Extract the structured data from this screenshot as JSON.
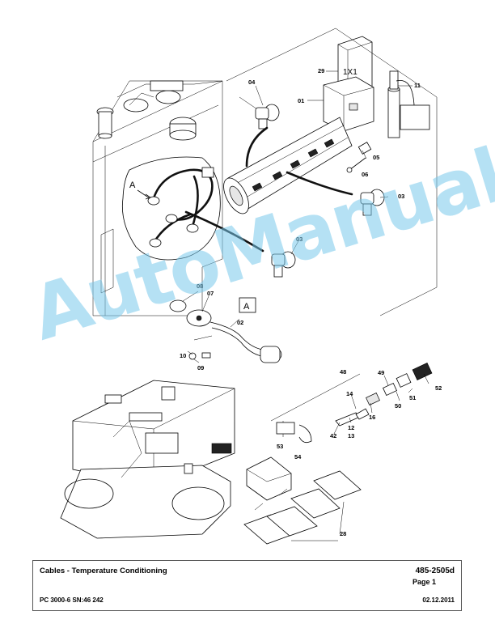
{
  "callouts": [
    {
      "id": "c29",
      "text": "29"
    },
    {
      "id": "c1x1",
      "text": "1X1"
    },
    {
      "id": "c04",
      "text": "04"
    },
    {
      "id": "c11",
      "text": "11"
    },
    {
      "id": "c01",
      "text": "01"
    },
    {
      "id": "c05",
      "text": "05"
    },
    {
      "id": "c06",
      "text": "06"
    },
    {
      "id": "c03a",
      "text": "03"
    },
    {
      "id": "c03b",
      "text": "03"
    },
    {
      "id": "cA1",
      "text": "A"
    },
    {
      "id": "cA2",
      "text": "A"
    },
    {
      "id": "c08",
      "text": "08"
    },
    {
      "id": "c07",
      "text": "07"
    },
    {
      "id": "c02",
      "text": "02"
    },
    {
      "id": "c10",
      "text": "10"
    },
    {
      "id": "c09",
      "text": "09"
    },
    {
      "id": "c48",
      "text": "48"
    },
    {
      "id": "c49",
      "text": "49"
    },
    {
      "id": "c52",
      "text": "52"
    },
    {
      "id": "c14",
      "text": "14"
    },
    {
      "id": "c51",
      "text": "51"
    },
    {
      "id": "c50",
      "text": "50"
    },
    {
      "id": "c16",
      "text": "16"
    },
    {
      "id": "c12",
      "text": "12"
    },
    {
      "id": "c13",
      "text": "13"
    },
    {
      "id": "c42",
      "text": "42"
    },
    {
      "id": "c53",
      "text": "53"
    },
    {
      "id": "c54",
      "text": "54"
    },
    {
      "id": "c28",
      "text": "28"
    }
  ],
  "watermark": "AutoManual",
  "title_block": {
    "title": "Cables - Temperature Conditioning",
    "number": "485-2505d",
    "page": "Page 1",
    "model": "PC 3000-6 SN:46 242",
    "date": "02.12.2011"
  }
}
